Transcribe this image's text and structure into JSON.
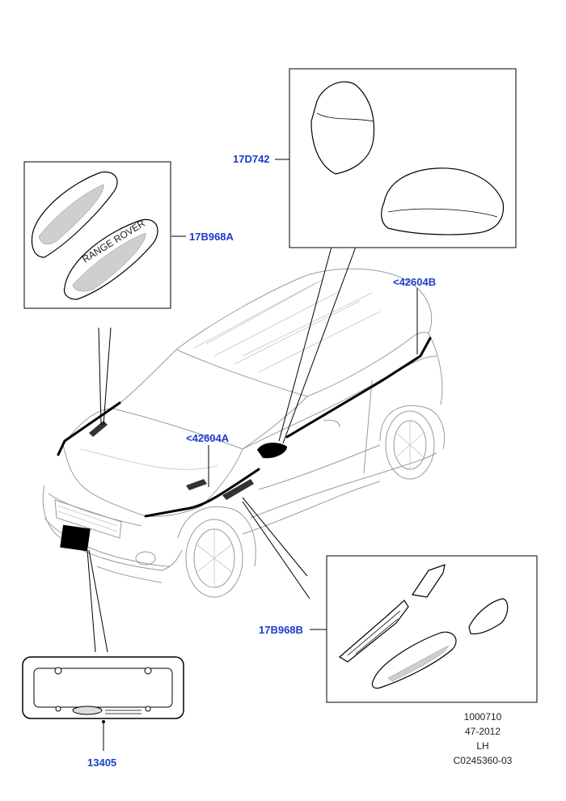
{
  "callouts": {
    "mirror_caps": "17D742",
    "hood_vents": "17B968A",
    "roof_trim": "<42604B",
    "hood_trim": "<42604A",
    "side_vents": "17B968B",
    "plate_frame": "13405"
  },
  "plate_text": "RANGE ROVER",
  "meta": {
    "line1": "1000710",
    "line2": "47-2012",
    "line3": "LH",
    "line4": "C0245360-03"
  }
}
